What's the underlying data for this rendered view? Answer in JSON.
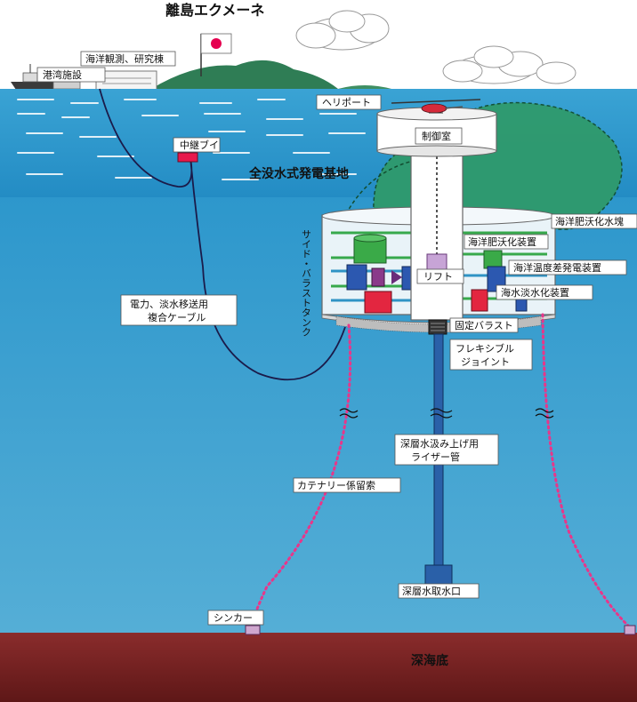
{
  "title": "離島エクメーネ",
  "labels": {
    "research": "海洋観測、研究棟",
    "harbor": "港湾施設",
    "heliport": "ヘリポート",
    "control_room": "制御室",
    "relay_buoy": "中継ブイ",
    "base": "全没水式発電基地",
    "fertilized_water": "海洋肥沃化水塊",
    "side_ballast": "サイド・バラストタンク",
    "fertilizer_device": "海洋肥沃化装置",
    "otec_device": "海洋温度差発電装置",
    "lift": "リフト",
    "desalination": "海水淡水化装置",
    "fixed_ballast": "固定バラスト",
    "cable": [
      "電力、淡水移送用",
      "複合ケーブル"
    ],
    "flex_joint": [
      "フレキシブル",
      "ジョイント"
    ],
    "riser": [
      "深層水汲み上げ用",
      "ライザー管"
    ],
    "mooring": "カテナリー係留索",
    "intake": "深層水取水口",
    "sinker": "シンカー",
    "seabed": "深海底"
  },
  "colors": {
    "sky": "#ffffff",
    "sea_surface": "#2e9bd0",
    "sea_deep": "#49a6cf",
    "seabed": "#7a2424",
    "island": "#2e9a6a",
    "mooring": "#e8368a",
    "buoy": "#e8194c",
    "cable": "#1b1b4a"
  }
}
